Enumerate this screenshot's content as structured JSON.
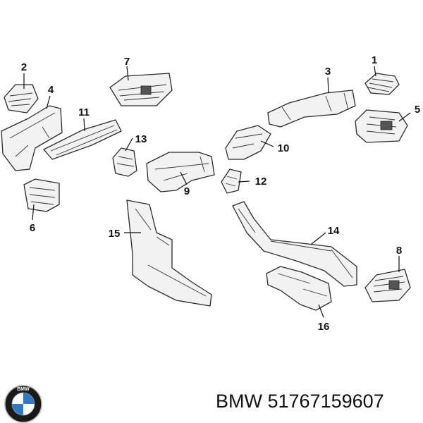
{
  "callouts": [
    "1",
    "2",
    "3",
    "4",
    "5",
    "6",
    "7",
    "8",
    "9",
    "10",
    "11",
    "12",
    "13",
    "14",
    "15",
    "16"
  ],
  "brand": {
    "logo_text": "BMW",
    "colors": {
      "blue": "#2f7ac0",
      "black": "#1a1a1a",
      "white": "#ffffff"
    }
  },
  "caption": {
    "text": "BMW 51767159607"
  }
}
